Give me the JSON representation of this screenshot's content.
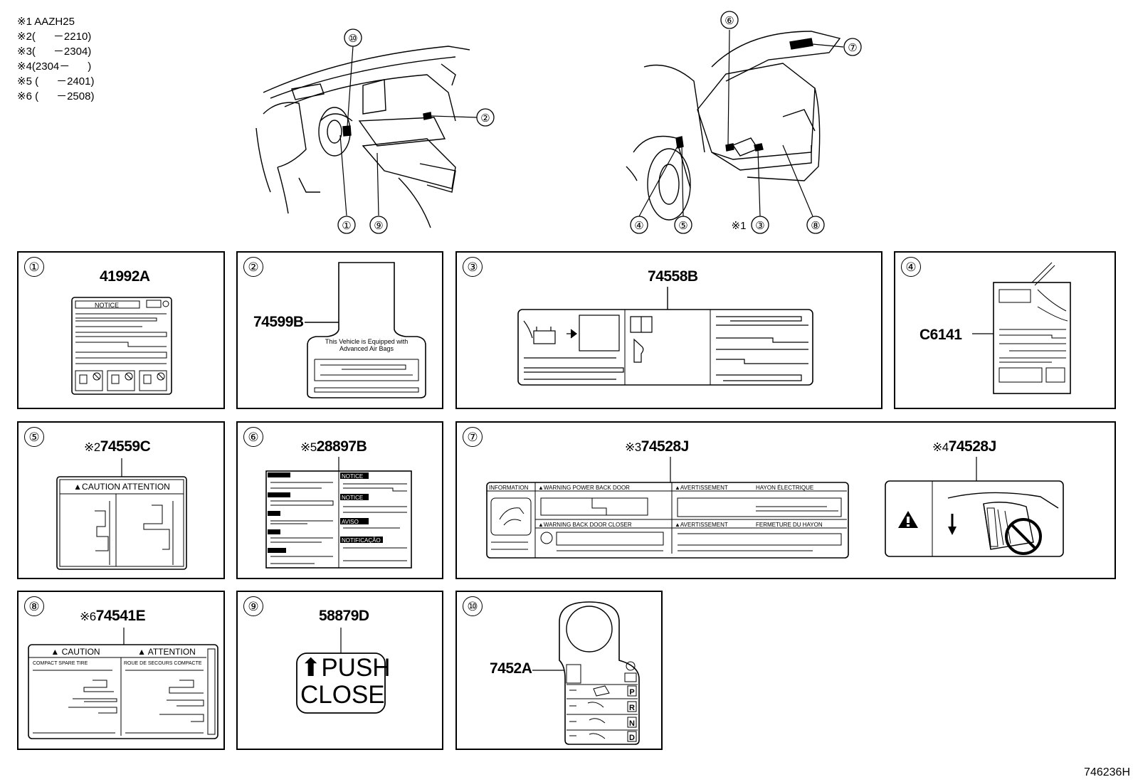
{
  "notes": [
    "※1 AAZH25",
    "※2(      －2210)",
    "※3(      －2304)",
    "※4(2304－      )",
    "※5 (      －2401)",
    "※6 (      －2508)"
  ],
  "callouts": [
    "①",
    "②",
    "③",
    "④",
    "⑤",
    "⑥",
    "⑦",
    "⑧",
    "⑨",
    "⑩"
  ],
  "callout_note_3": "※1",
  "panels": {
    "p1": {
      "num": "①",
      "code": "41992A",
      "label_title": "NOTICE"
    },
    "p2": {
      "num": "②",
      "code": "74599B",
      "label_text": "This Vehicle is Equipped with Advanced Air Bags"
    },
    "p3": {
      "num": "③",
      "code": "74558B"
    },
    "p4": {
      "num": "④",
      "code": "C6141"
    },
    "p5": {
      "num": "⑤",
      "mark": "※2",
      "code": "74559C",
      "label_title": "▲CAUTION  ATTENTION"
    },
    "p6": {
      "num": "⑥",
      "mark": "※5",
      "code": "28897B",
      "tags": [
        "NOTICE",
        "NOTICE",
        "AVISO",
        "NOTIFICAÇÃO"
      ]
    },
    "p7": {
      "num": "⑦",
      "mark_a": "※3",
      "code_a": "74528J",
      "mark_b": "※4",
      "code_b": "74528J",
      "info": "INFORMATION",
      "w1": "▲WARNING  POWER  BACK  DOOR",
      "a1": "▲AVERTISSEMENT",
      "a1r": "HAYON ÉLECTRIQUE",
      "w2": "▲WARNING  BACK  DOOR  CLOSER",
      "a2": "▲AVERTISSEMENT",
      "a2r": "FERMETURE  DU  HAYON"
    },
    "p8": {
      "num": "⑧",
      "mark": "※6",
      "code": "74541E",
      "c1": "▲ CAUTION",
      "c2": "▲ ATTENTION",
      "s1": "COMPACT SPARE TIRE",
      "s2": "ROUE DE SECOURS COMPACTE"
    },
    "p9": {
      "num": "⑨",
      "code": "58879D",
      "line1": "⬆PUSH",
      "line2": "CLOSE"
    },
    "p10": {
      "num": "⑩",
      "code": "7452A",
      "gears": [
        "P",
        "R",
        "N",
        "D"
      ]
    }
  },
  "ref": "746236H"
}
